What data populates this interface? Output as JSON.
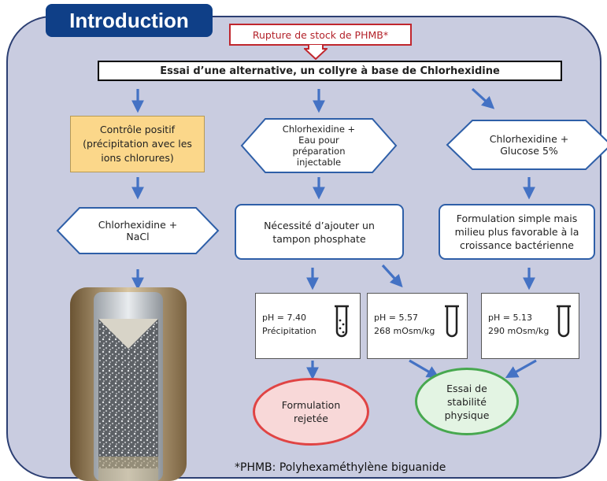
{
  "title": "Introduction",
  "callout": "Rupture de stock de PHMB*",
  "banner": "Essai d’une alternative, un collyre à base de Chlorhexidine",
  "left": {
    "control": "Contrôle positif\n(précipitation avec les\nions chlorures)",
    "hex": "Chlorhexidine +\nNaCl"
  },
  "middle": {
    "hex": "Chlorhexidine +\nEau pour\npréparation\ninjectable",
    "box": "Nécessité d’ajouter un\ntampon phosphate",
    "result1": "pH = 7.40\nPrécipitation",
    "result2": "pH = 5.57\n268 mOsm/kg"
  },
  "right": {
    "hex": "Chlorhexidine +\nGlucose  5%",
    "box": "Formulation simple mais\nmilieu plus favorable à la\ncroissance bactérienne",
    "result": "pH = 5.13\n290 mOsm/kg"
  },
  "outcomes": {
    "rejected": "Formulation\nrejetée",
    "stability": "Essai de\nstabilité\nphysique"
  },
  "footnote": "*PHMB: Polyhexaméthylène biguanide",
  "colors": {
    "panel_bg": "#c9cce0",
    "title_bg": "#0f3f87",
    "arrow": "#4472c4",
    "callout_border": "#c0262d",
    "box_border": "#2e5fa8",
    "orange_fill": "#fbd78a",
    "reject_border": "#e04444",
    "stability_border": "#47a84f"
  },
  "icons": [
    "test-tube-icon",
    "down-arrow-icon"
  ]
}
